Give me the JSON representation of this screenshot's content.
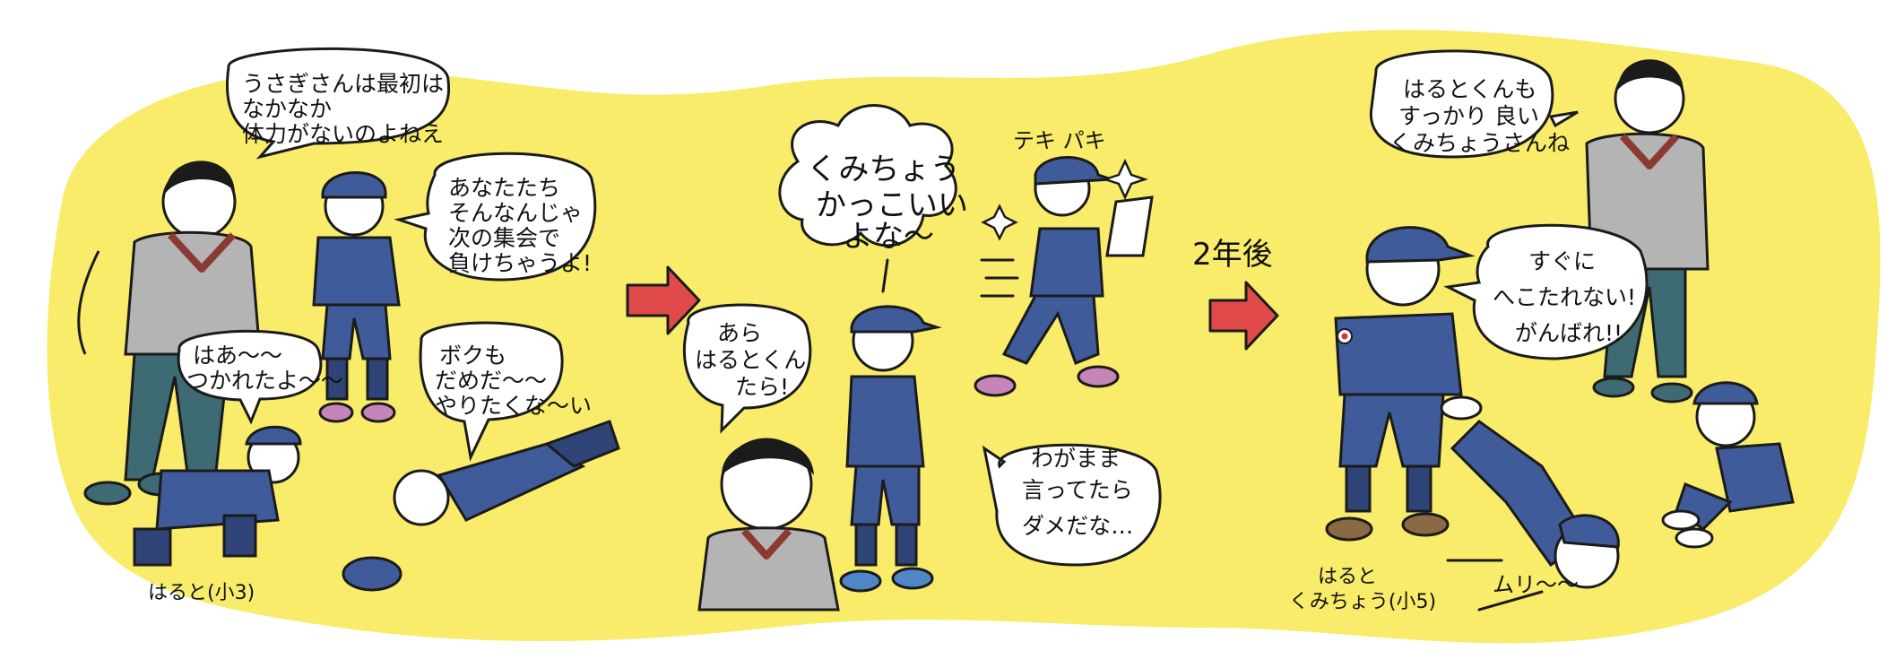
{
  "colors": {
    "background_blob": "#f8ec6a",
    "outline": "#1b1b1b",
    "uniform": "#3f5b9a",
    "uniform_dark": "#2e4477",
    "leader_sweater": "#b4b4b4",
    "leader_pants": "#3e6a73",
    "scarf": "#8a3a33",
    "skin": "#ffffff",
    "arrow": "#e04a4a",
    "sock_pink": "#c685b8",
    "sock_blue": "#4f86c8"
  },
  "panel1": {
    "leader_speech": [
      "うさぎさんは最初は",
      "なかなか",
      "体力がないのよねえ"
    ],
    "girl_speech": [
      "あなたたち",
      "そんなんじゃ",
      "次の集会で",
      "負けちゃうよ!"
    ],
    "haruto_speech": [
      "はあ〜〜",
      "つかれたよ〜〜"
    ],
    "boy_speech": [
      "ボクも",
      "だめだ〜〜",
      "やりたくな〜い"
    ],
    "haruto_label": "はると(小3)"
  },
  "panel2": {
    "boy_thought": [
      "くみちょう",
      "かっこいい",
      "よな〜"
    ],
    "mother_speech": [
      "あら",
      "はるとくん",
      "たら!"
    ],
    "sfx": "テキ パキ",
    "reflection": [
      "わがまま",
      "言ってたら",
      "ダメだな…"
    ]
  },
  "panel3": {
    "time_label": "2年後",
    "leader_speech": [
      "はるとくんも",
      "すっかり 良い",
      "くみちょうさんね"
    ],
    "haruto_speech": [
      "すぐに",
      "へこたれない!",
      "がんばれ!!"
    ],
    "haruto_label": [
      "はると",
      "くみちょう(小5)"
    ],
    "fallen_sfx": "ムリ〜〜"
  },
  "icons": {
    "arrow1": "right-arrow-icon",
    "arrow2": "right-arrow-icon",
    "sparkle": "sparkle-icon",
    "emblem": "scout-emblem-icon"
  }
}
